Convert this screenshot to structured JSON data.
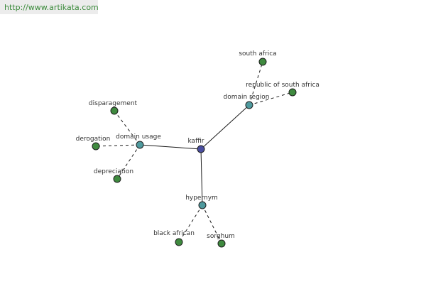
{
  "header": {
    "url": "http://www.artikata.com"
  },
  "colors": {
    "root_node": "#4a4ea0",
    "relation_node": "#4f9a9e",
    "leaf_node": "#3f8a3f",
    "url_text": "#3a8a3a"
  },
  "graph": {
    "root": {
      "id": "kaffir",
      "label": "kaffir"
    },
    "relations": [
      {
        "id": "domain-region",
        "label": "domain region"
      },
      {
        "id": "domain-usage",
        "label": "domain usage"
      },
      {
        "id": "hypernym",
        "label": "hypernym"
      }
    ],
    "leaves": [
      {
        "id": "south-africa",
        "label": "south africa",
        "parent": "domain-region"
      },
      {
        "id": "republic-of-south-africa",
        "label": "republic of south africa",
        "parent": "domain-region"
      },
      {
        "id": "disparagement",
        "label": "disparagement",
        "parent": "domain-usage"
      },
      {
        "id": "derogation",
        "label": "derogation",
        "parent": "domain-usage"
      },
      {
        "id": "depreciation",
        "label": "depreciation",
        "parent": "domain-usage"
      },
      {
        "id": "black-african",
        "label": "black african",
        "parent": "hypernym"
      },
      {
        "id": "sorghum",
        "label": "sorghum",
        "parent": "hypernym"
      }
    ]
  }
}
